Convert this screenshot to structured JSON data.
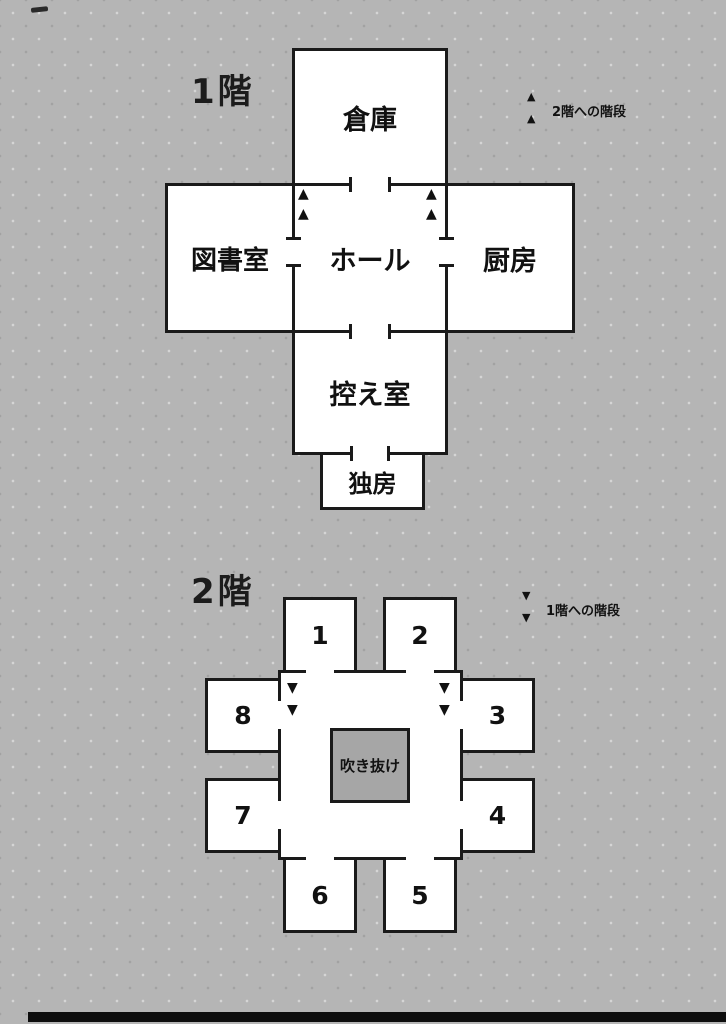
{
  "page": {
    "background": "#b5b5b5",
    "wall_color": "#1a1a1a",
    "room_fill": "#ffffff",
    "atrium_fill": "#a6a6a6"
  },
  "icons": {
    "stairs_up": "▲",
    "stairs_down": "▼"
  },
  "floor1": {
    "title": "1階",
    "stairs_note": "2階への階段",
    "rooms": {
      "warehouse": "倉庫",
      "library": "図書室",
      "hall": "ホール",
      "kitchen": "厨房",
      "waiting_room": "控え室",
      "cell": "独房"
    }
  },
  "floor2": {
    "title": "2階",
    "stairs_note": "1階への階段",
    "atrium": "吹き抜け",
    "rooms": [
      "1",
      "2",
      "3",
      "4",
      "5",
      "6",
      "7",
      "8"
    ]
  }
}
